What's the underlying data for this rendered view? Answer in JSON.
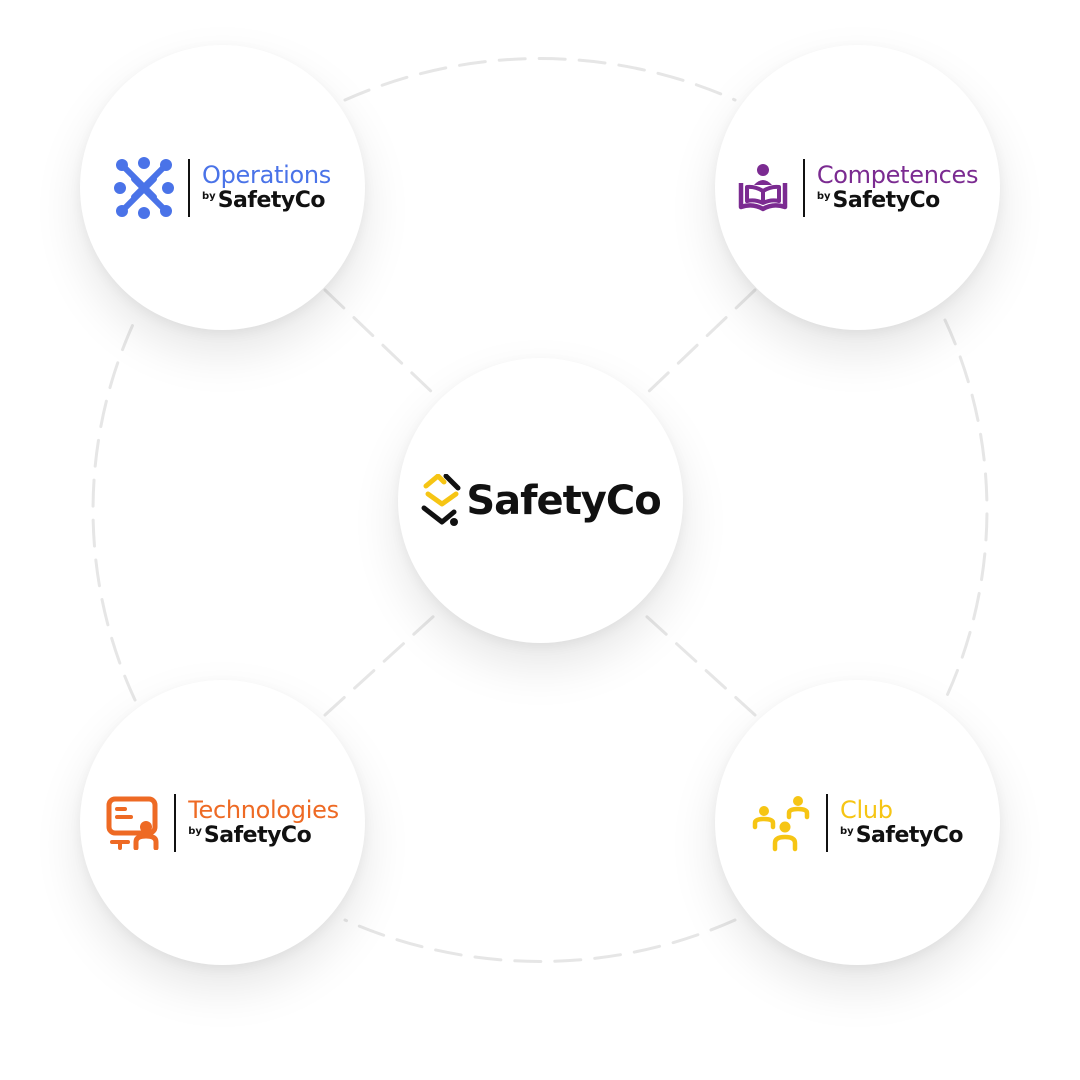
{
  "center": {
    "brand": "SafetyCo",
    "icon": "safetyco-logo-icon"
  },
  "products": [
    {
      "name": "Operations",
      "by": "by",
      "company": "SafetyCo",
      "color": "#4a73e8",
      "icon": "operations-network-icon"
    },
    {
      "name": "Competences",
      "by": "by",
      "company": "SafetyCo",
      "color": "#7b2b91",
      "icon": "reading-book-icon"
    },
    {
      "name": "Technologies",
      "by": "by",
      "company": "SafetyCo",
      "color": "#ee6a24",
      "icon": "presentation-screen-icon"
    },
    {
      "name": "Club",
      "by": "by",
      "company": "SafetyCo",
      "color": "#f6c514",
      "icon": "people-group-icon"
    }
  ],
  "colors": {
    "brand_yellow": "#f6c514",
    "brand_black": "#111111",
    "connector": "#e6e6e6"
  }
}
